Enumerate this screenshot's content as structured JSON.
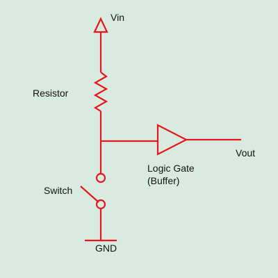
{
  "colors": {
    "background": "#d9ebe0",
    "wire": "#e8151b",
    "text": "#111111"
  },
  "labels": {
    "vin": "Vin",
    "resistor": "Resistor",
    "logic_gate_line1": "Logic Gate",
    "logic_gate_line2": "(Buffer)",
    "vout": "Vout",
    "switch": "Switch",
    "gnd": "GND"
  }
}
